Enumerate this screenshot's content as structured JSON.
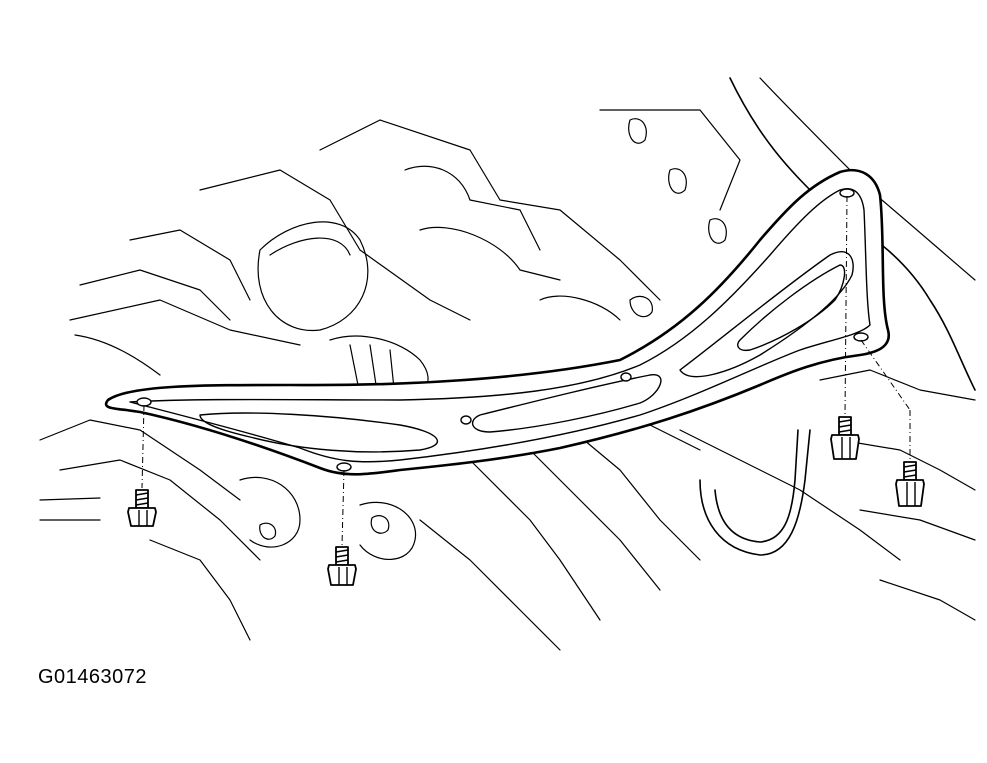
{
  "figure": {
    "caption": "G01463072",
    "parts": [
      "crossmember-bracket",
      "bolt",
      "bolt",
      "bolt",
      "bolt"
    ]
  }
}
